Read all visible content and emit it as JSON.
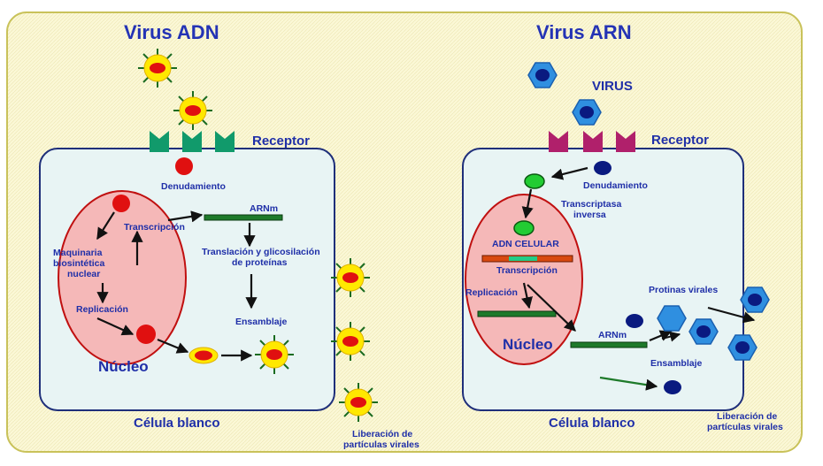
{
  "titles": {
    "dna": "Virus ADN",
    "rna": "Virus ARN"
  },
  "dna": {
    "receptor": "Receptor",
    "uncoating": "Denudamiento",
    "transcription": "Transcripción",
    "mrna": "ARNm",
    "machinery": [
      "Maquinaria",
      "biosintética",
      "nuclear"
    ],
    "translation": [
      "Translación y glicosilación",
      "de proteínas"
    ],
    "replication": "Replicación",
    "assembly": "Ensamblaje",
    "nucleus": "Núcleo",
    "cell": "Célula blanco",
    "release": [
      "Liberación de",
      "partículas virales"
    ]
  },
  "rna": {
    "virus": "VIRUS",
    "receptor": "Receptor",
    "uncoating": "Denudamiento",
    "reverse_transcriptase": [
      "Transcriptasa",
      "inversa"
    ],
    "cell_dna": "ADN CELULAR",
    "transcription": "Transcripción",
    "replication": "Replicación",
    "viral_proteins": "Protinas virales",
    "mrna": "ARNm",
    "nucleus": "Núcleo",
    "assembly": "Ensamblaje",
    "cell": "Célula blanco",
    "release": [
      "Liberación de",
      "partículas virales"
    ]
  },
  "colors": {
    "background": "#fbf8d6",
    "border": "#c9c25a",
    "cell_fill": "#e8f4f4",
    "nucleus_fill": "#f5b8b8",
    "text": "#1f2fa8",
    "dna_virus_core": "#e01010",
    "dna_virus_halo": "#ffe800",
    "rna_virus_fill": "#2f8fe0",
    "rna_virus_core": "#0a1a80",
    "dna_receptor": "#119a6b",
    "rna_receptor": "#b0206b"
  }
}
